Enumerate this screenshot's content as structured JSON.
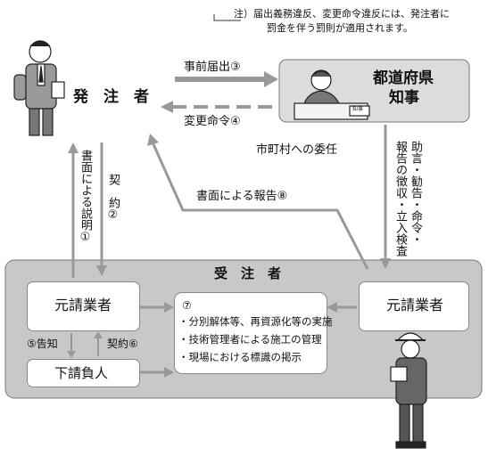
{
  "note": {
    "line1": "注）届出義務違反、変更命令違反には、発注者に",
    "line2": "罰金を伴う罰則が適用されます。"
  },
  "orderer": "発　注　者",
  "governor": {
    "line1": "都道府県",
    "line2": "知事"
  },
  "arrows": {
    "prior_notice": "事前届出③",
    "change_order": "変更命令④",
    "delegation": "市町村への委任",
    "written_report": "書面による報告⑧",
    "written_explanation": "書面による説明①",
    "contract": "契　約②",
    "advice": "助言・勧告・命令・",
    "report_collection": "報告の徴収・立入検査",
    "notice5": "⑤告知",
    "contract6": "契約⑥"
  },
  "contractor_group": "受　注　者",
  "prime_contractor": "元請業者",
  "subcontractor": "下請負人",
  "duties": {
    "num": "⑦",
    "items": [
      "・分別解体等、再資源化等の実施",
      "・技術管理者による施工の管理",
      "・現場における標識の掲示"
    ]
  },
  "desk_sign": "知事"
}
